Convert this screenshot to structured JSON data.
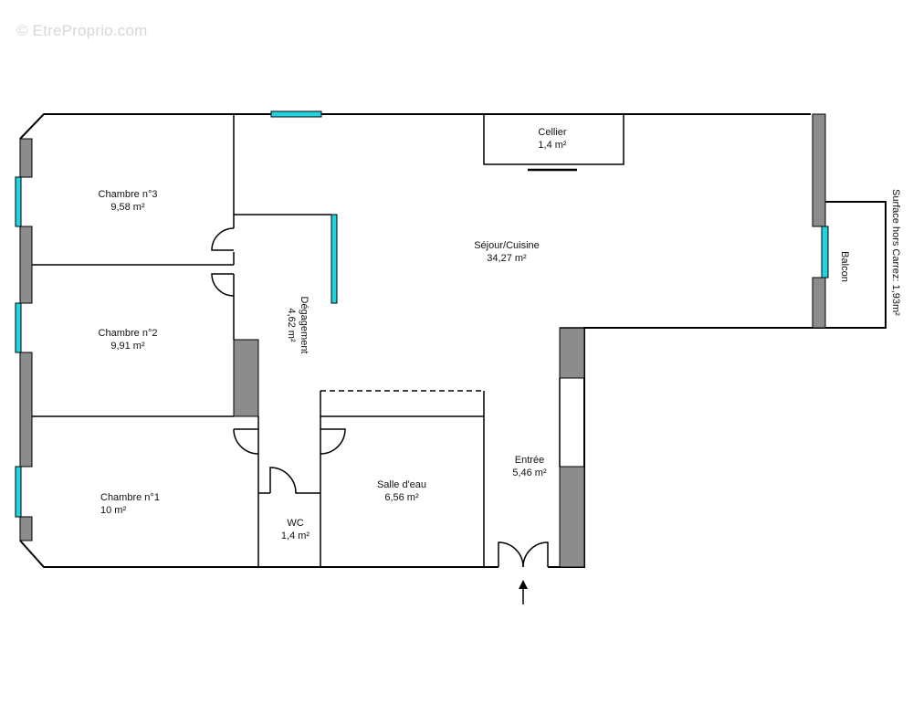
{
  "watermark": "© EtreProprio.com",
  "colors": {
    "wall": "#000000",
    "wall_fill": "#8c8c8c",
    "window": "#22d3e0",
    "background": "#ffffff"
  },
  "rooms": {
    "chambre3": {
      "name": "Chambre n°3",
      "area": "9,58  m²"
    },
    "chambre2": {
      "name": "Chambre n°2",
      "area": "9,91  m²"
    },
    "chambre1": {
      "name": "Chambre n°1",
      "area": "10  m²"
    },
    "degagement": {
      "name": "Dégagement",
      "area": "4,62  m²"
    },
    "sejour": {
      "name": "Séjour/Cuisine",
      "area": "34,27  m²"
    },
    "cellier": {
      "name": "Cellier",
      "area": "1,4  m²"
    },
    "salle_eau": {
      "name": "Salle d'eau",
      "area": "6,56  m²"
    },
    "wc": {
      "name": "WC",
      "area": "1,4  m²"
    },
    "entree": {
      "name": "Entrée",
      "area": "5,46  m²"
    },
    "balcon": {
      "name": "Balcon"
    }
  },
  "balcony_note": "Surface hors Carrez: 1,93m²",
  "entrance_arrow_icon": "arrow-up-icon"
}
